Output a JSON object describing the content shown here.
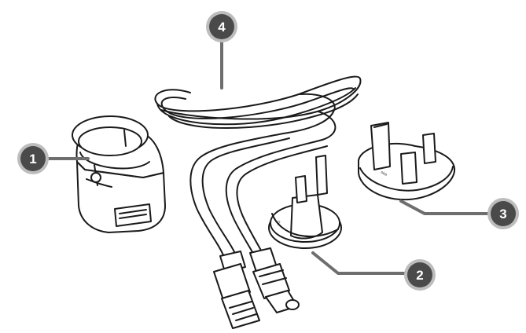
{
  "callouts": [
    {
      "id": "1",
      "label": "1"
    },
    {
      "id": "2",
      "label": "2"
    },
    {
      "id": "3",
      "label": "3"
    },
    {
      "id": "4",
      "label": "4"
    }
  ],
  "colors": {
    "badge_fill": "#4a4a4a",
    "badge_ring": "#bdbdbd",
    "leader_line": "#6e6e6e",
    "line_art": "#1a1a1a",
    "background": "#ffffff"
  }
}
